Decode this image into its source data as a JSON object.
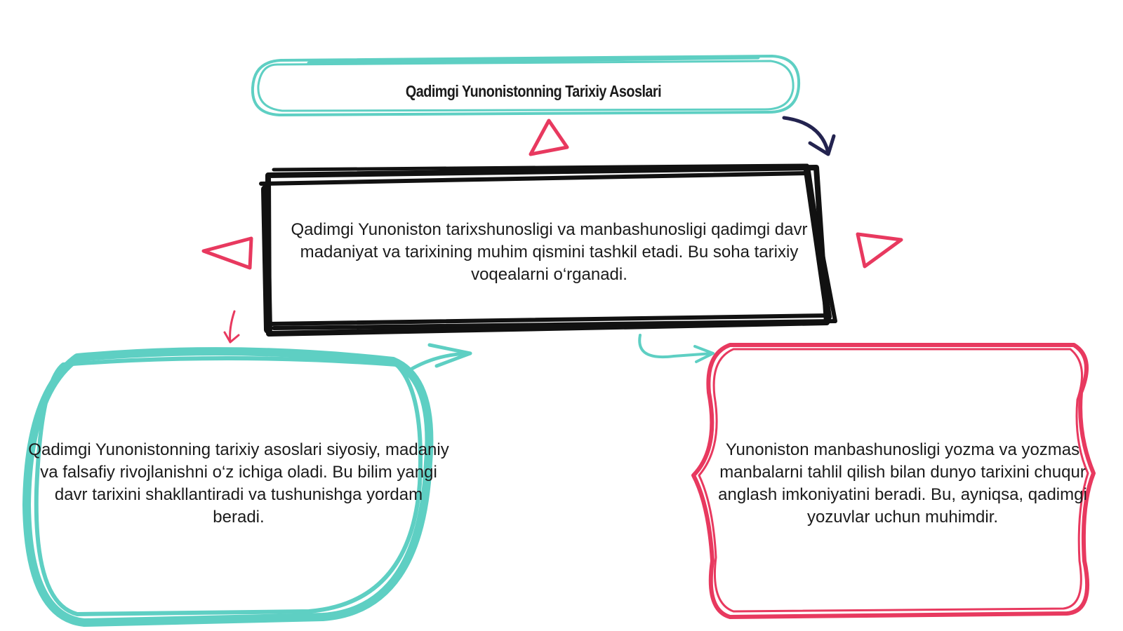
{
  "diagram": {
    "title": "Qadimgi Yunonistonning Tarixiy Asoslari",
    "center_text": "Qadimgi Yunoniston tarixshunosligi va manbashunosligi qadimgi davr madaniyat va tarixining muhim qismini tashkil etadi. Bu soha tarixiy voqealarni o‘rganadi.",
    "left_text": "Qadimgi Yunonistonning tarixiy asoslari siyosiy, madaniy va falsafiy rivojlanishni o‘z ichiga oladi. Bu bilim yangi davr tarixini shakllantiradi va tushunishga yordam beradi.",
    "right_text": "Yunoniston manbashunosligi yozma va yozmas manbalarni tahlil qilish bilan dunyo tarixini chuqur anglash imkoniyatini beradi. Bu, ayniqsa, qadimgi yozuvlar uchun muhimdir."
  },
  "colors": {
    "teal": "#5ecfc3",
    "pink": "#e8395f",
    "black": "#111111",
    "navy": "#23234f"
  }
}
